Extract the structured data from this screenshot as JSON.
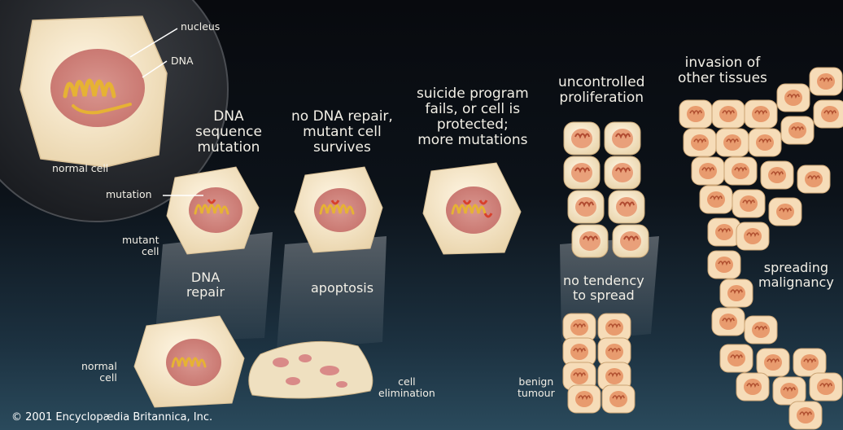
{
  "labels": {
    "nucleus": "nucleus",
    "dna": "DNA",
    "normal_cell_top": "normal cell",
    "mutation": "mutation",
    "mutant_cell": "mutant\ncell",
    "normal_cell_bottom": "normal\ncell",
    "cell_elimination": "cell\nelimination",
    "benign_tumour": "benign\ntumour"
  },
  "stages": {
    "dna_sequence_mutation": "DNA\nsequence\nmutation",
    "no_dna_repair": "no DNA repair,\nmutant cell\nsurvives",
    "suicide_program": "suicide program\nfails, or cell is\nprotected;\nmore mutations",
    "uncontrolled_proliferation": "uncontrolled\nproliferation",
    "invasion": "invasion of\nother tissues"
  },
  "branches": {
    "dna_repair": "DNA\nrepair",
    "apoptosis": "apoptosis",
    "no_tendency": "no tendency\nto spread",
    "spreading": "spreading\nmalignancy"
  },
  "copyright": "© 2001 Encyclopædia Britannica, Inc.",
  "colors": {
    "cell_fill": "#f4e4c4",
    "nucleus_fill": "#e4a3a0",
    "dna": "#e6b234",
    "mutation": "#d8402c",
    "text": "#f2efe6"
  }
}
